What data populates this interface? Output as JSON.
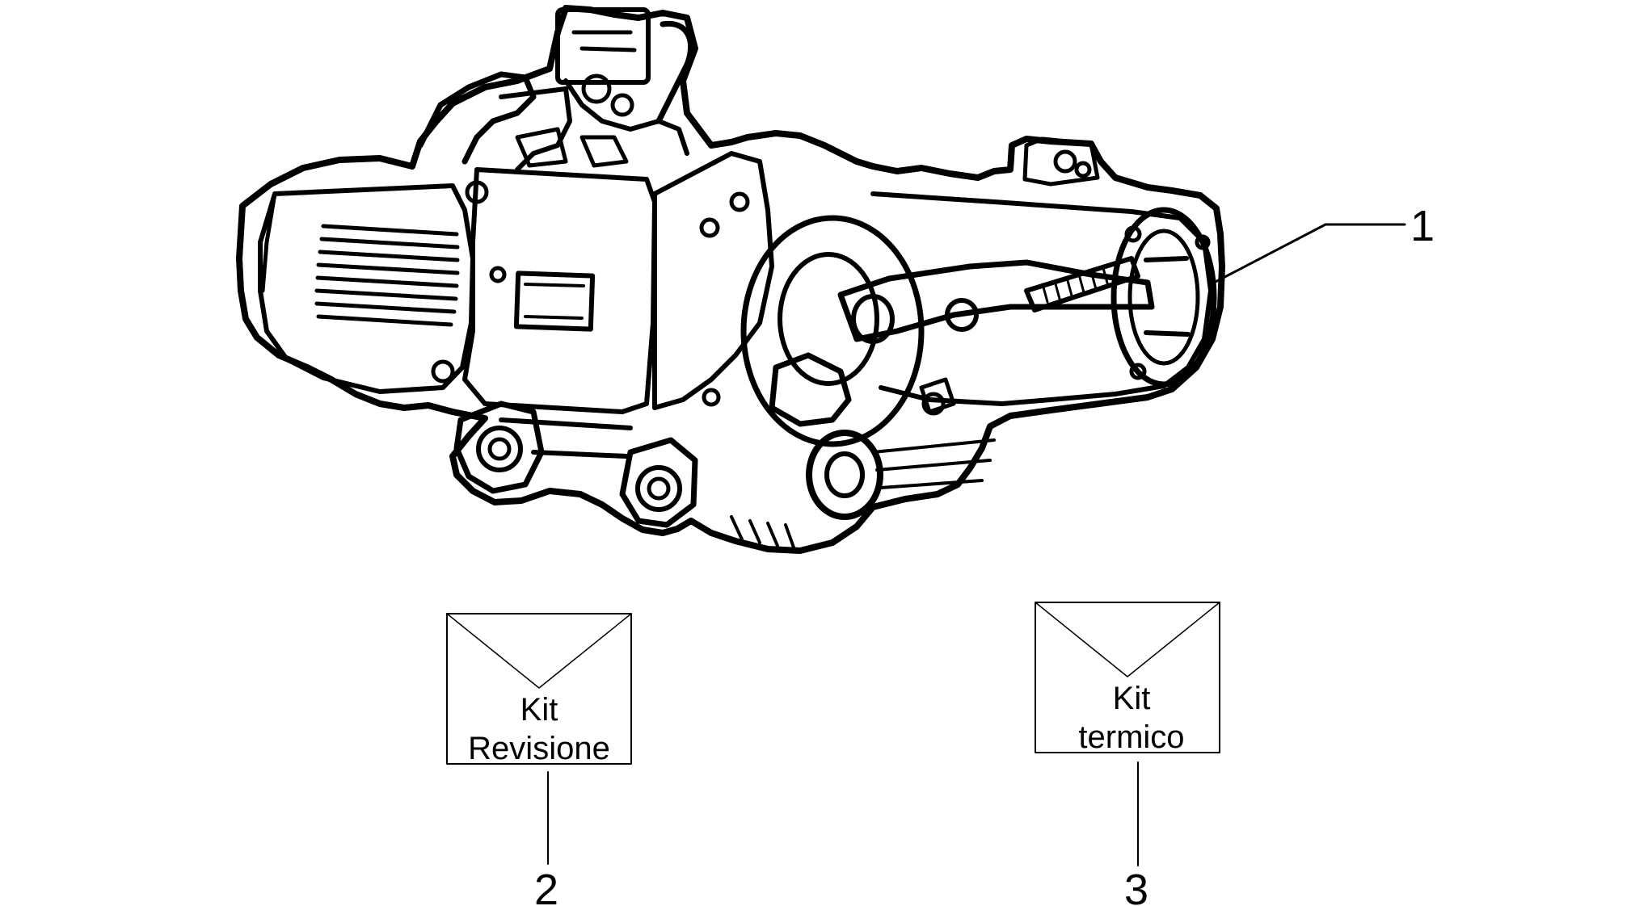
{
  "diagram": {
    "callouts": [
      {
        "number": "1"
      },
      {
        "number": "2"
      },
      {
        "number": "3"
      }
    ],
    "kits": [
      {
        "line1": "Kit",
        "line2": "Revisione"
      },
      {
        "line1": "Kit",
        "line2": "termico"
      }
    ]
  }
}
